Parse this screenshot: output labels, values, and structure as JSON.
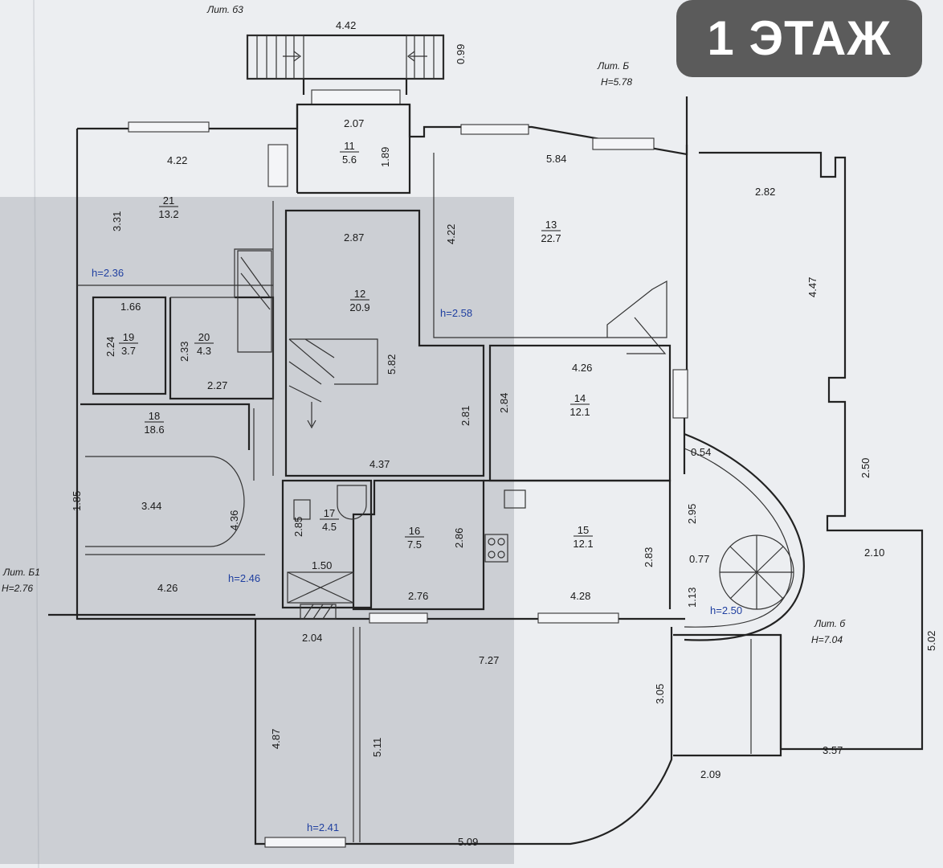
{
  "badge": {
    "label": "1 ЭТАЖ",
    "background": "#5b5b5b",
    "color": "#ffffff"
  },
  "annotation_color": "#1f3fa0",
  "lit_labels": [
    {
      "id": "lit-b3",
      "text": "Лит. б3"
    },
    {
      "id": "lit-b",
      "text": "Лит. Б"
    },
    {
      "id": "lit-b-h",
      "text": "Н=5.78"
    },
    {
      "id": "lit-b1",
      "text": "Лит. Б1"
    },
    {
      "id": "lit-b1-h",
      "text": "Н=2.76"
    },
    {
      "id": "lit-b-small",
      "text": "Лит. б"
    },
    {
      "id": "lit-b-small-h",
      "text": "Н=7.04"
    }
  ],
  "rooms": [
    {
      "id": "11",
      "number": "11",
      "area": "5.6"
    },
    {
      "id": "12",
      "number": "12",
      "area": "20.9"
    },
    {
      "id": "13",
      "number": "13",
      "area": "22.7"
    },
    {
      "id": "14",
      "number": "14",
      "area": "12.1"
    },
    {
      "id": "15",
      "number": "15",
      "area": "12.1"
    },
    {
      "id": "16",
      "number": "16",
      "area": "7.5"
    },
    {
      "id": "17",
      "number": "17",
      "area": "4.5"
    },
    {
      "id": "18",
      "number": "18",
      "area": "18.6"
    },
    {
      "id": "19",
      "number": "19",
      "area": "3.7"
    },
    {
      "id": "20",
      "number": "20",
      "area": "4.3"
    },
    {
      "id": "21",
      "number": "21",
      "area": "13.2"
    }
  ],
  "heights": [
    {
      "id": "h-236",
      "text": "h=2.36"
    },
    {
      "id": "h-258",
      "text": "h=2.58"
    },
    {
      "id": "h-246",
      "text": "h=2.46"
    },
    {
      "id": "h-250",
      "text": "h=2.50"
    },
    {
      "id": "h-241",
      "text": "h=2.41"
    }
  ],
  "dimensions": [
    "4.42",
    "0.99",
    "2.07",
    "1.89",
    "4.22",
    "3.31",
    "2.87",
    "5.84",
    "4.22",
    "2.82",
    "4.47",
    "1.66",
    "2.24",
    "2.33",
    "2.27",
    "5.82",
    "2.81",
    "2.84",
    "4.26",
    "4.37",
    "0.54",
    "2.50",
    "1.85",
    "3.44",
    "4.36",
    "2.85",
    "1.50",
    "2.86",
    "2.95",
    "2.83",
    "0.77",
    "2.10",
    "4.26",
    "2.76",
    "4.28",
    "1.13",
    "5.02",
    "2.04",
    "7.27",
    "3.05",
    "4.87",
    "5.11",
    "2.09",
    "3.57",
    "5.09"
  ]
}
